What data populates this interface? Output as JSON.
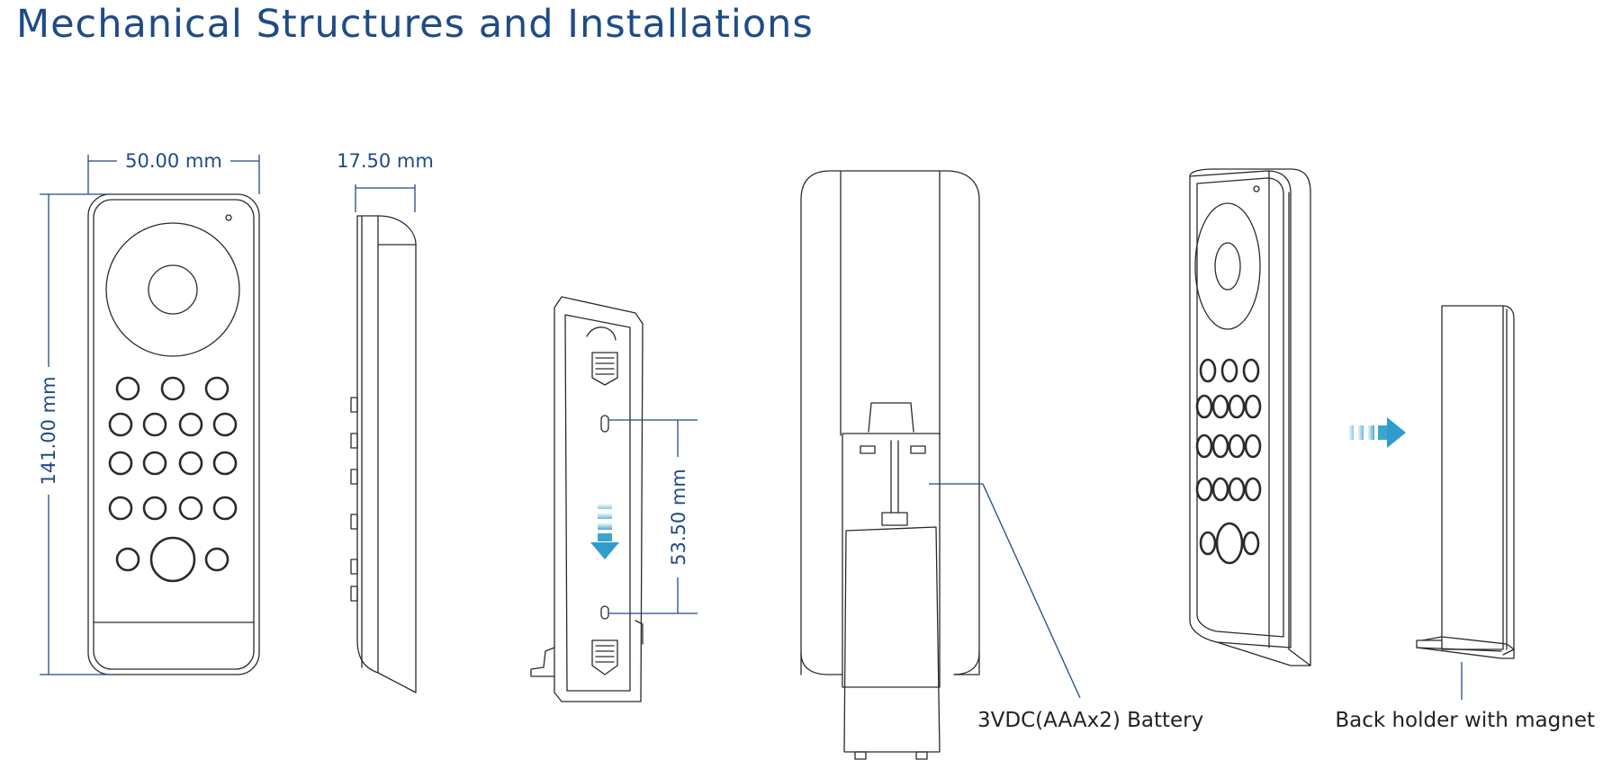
{
  "title": "Mechanical Structures and Installations",
  "dimensions": {
    "width": "50.00 mm",
    "depth": "17.50 mm",
    "height": "141.00 mm",
    "screw_spacing": "53.50 mm"
  },
  "callouts": {
    "battery": "3VDC(AAAx2) Battery",
    "holder": "Back holder with magnet"
  },
  "colors": {
    "title": "#1f4b86",
    "dimension": "#1f4b86",
    "arrow": "#3aa6cf"
  }
}
